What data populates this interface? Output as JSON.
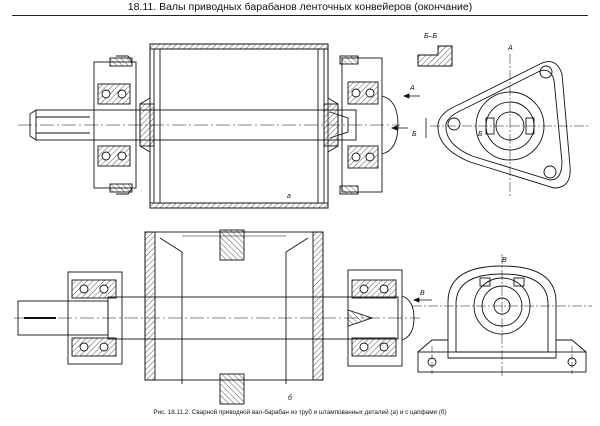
{
  "header": {
    "title": "18.11. Валы приводных барабанов ленточных конвейеров (окончание)"
  },
  "figure": {
    "caption": "Рис. 18.11.2. Сварной приводной вал-барабан из труб и штампованных деталей (а) и с цапфами (б)",
    "views": {
      "a_label": "а",
      "b_label": "б",
      "A_view_label": "A",
      "section_label": "Б–Б",
      "V_view_label": "В"
    },
    "markers": {
      "arrow_A": "A",
      "cut_B": "Б",
      "arrow_V": "В"
    }
  }
}
